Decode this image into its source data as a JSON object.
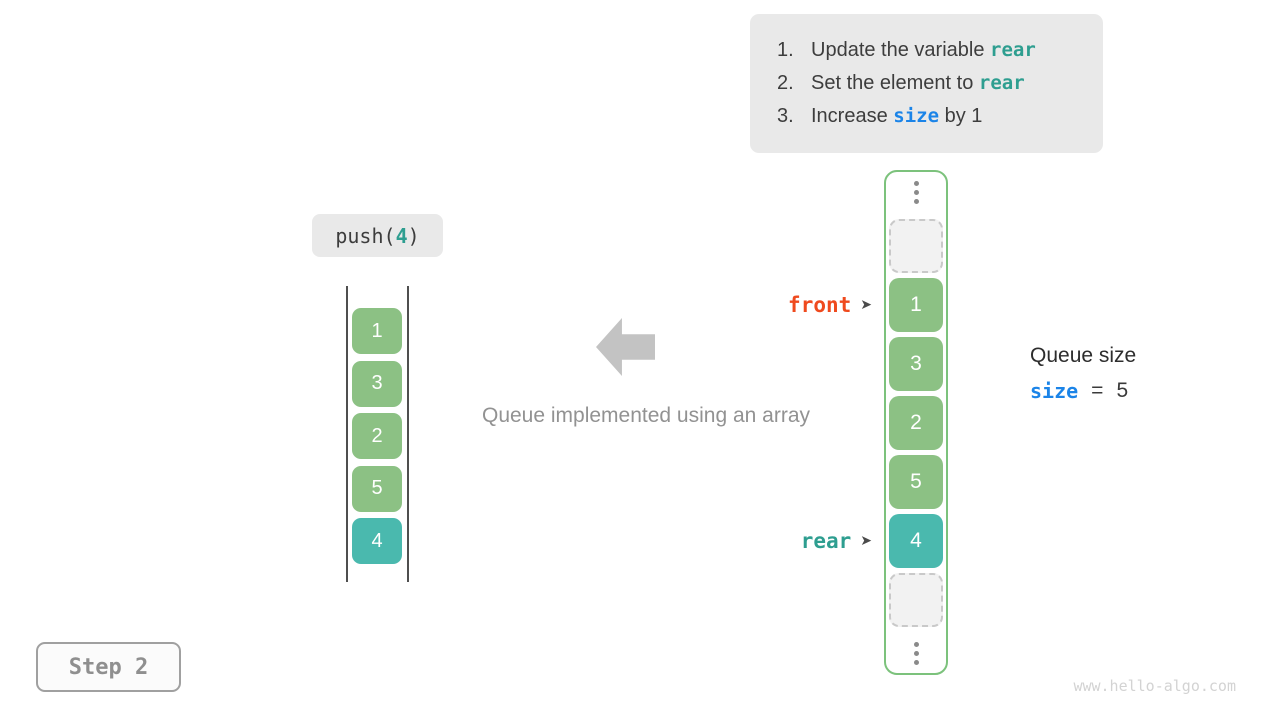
{
  "colors": {
    "cell_green": "#8cc184",
    "cell_teal": "#4ab9ae",
    "code_teal": "#2e9e90",
    "code_blue": "#1b84e8",
    "front_orange": "#ef4a1e",
    "container_border": "#7cc27c"
  },
  "instructions": {
    "items": [
      {
        "number": "1.",
        "segments": [
          {
            "text": "Update the variable "
          },
          {
            "text": "rear",
            "code": true,
            "color": "code-teal"
          }
        ]
      },
      {
        "number": "2.",
        "segments": [
          {
            "text": "Set the element to "
          },
          {
            "text": "rear",
            "code": true,
            "color": "code-teal"
          }
        ]
      },
      {
        "number": "3.",
        "segments": [
          {
            "text": "Increase "
          },
          {
            "text": "size",
            "code": true,
            "color": "code-blue"
          },
          {
            "text": " by 1"
          }
        ]
      }
    ]
  },
  "operation": {
    "fn": "push(",
    "arg": "4",
    "close": ")"
  },
  "left_stack": {
    "cells": [
      {
        "value": "1",
        "variant": "green"
      },
      {
        "value": "3",
        "variant": "green"
      },
      {
        "value": "2",
        "variant": "green"
      },
      {
        "value": "5",
        "variant": "green"
      },
      {
        "value": "4",
        "variant": "teal"
      }
    ]
  },
  "caption": "Queue implemented using an array",
  "right_array": {
    "pointer_arrow": "➤",
    "cells": [
      {
        "type": "dots"
      },
      {
        "type": "empty"
      },
      {
        "type": "value",
        "value": "1",
        "variant": "green",
        "pointer": "front",
        "pointer_label": "front"
      },
      {
        "type": "value",
        "value": "3",
        "variant": "green"
      },
      {
        "type": "value",
        "value": "2",
        "variant": "green"
      },
      {
        "type": "value",
        "value": "5",
        "variant": "green"
      },
      {
        "type": "value",
        "value": "4",
        "variant": "teal",
        "pointer": "rear",
        "pointer_label": "rear"
      },
      {
        "type": "empty"
      },
      {
        "type": "dots"
      }
    ]
  },
  "queue_size": {
    "title": "Queue size",
    "variable": "size",
    "equals": "=",
    "value": "5"
  },
  "step_badge": "Step 2",
  "watermark": "www.hello-algo.com"
}
